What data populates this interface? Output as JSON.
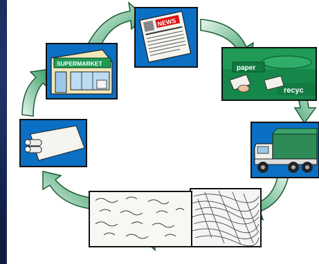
{
  "diagram": {
    "colors": {
      "panel_blue": "#0b6fc4",
      "arrow_green": "#3fa76a",
      "arrow_light": "#e8f6ee"
    },
    "steps": [
      {
        "name": "newspaper",
        "text": "NEWS"
      },
      {
        "name": "paper-recycling-bin",
        "text_a": "paper",
        "text_b": "recyc"
      },
      {
        "name": "garbage-truck"
      },
      {
        "name": "shredded-paper"
      },
      {
        "name": "pulp-fibers"
      },
      {
        "name": "paper-rolls"
      },
      {
        "name": "supermarket",
        "text": "SUPERMARKET"
      }
    ]
  }
}
